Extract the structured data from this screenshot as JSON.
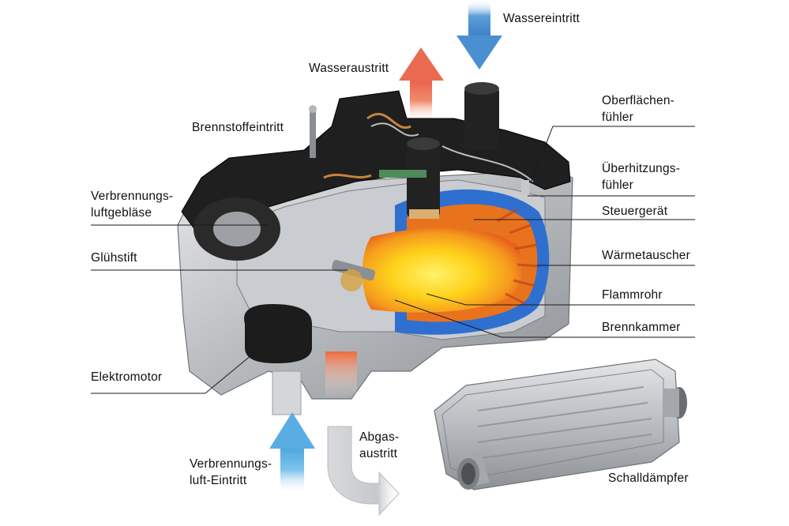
{
  "labels": {
    "wassereintritt": "Wassereintritt",
    "wasseraustritt": "Wasseraustritt",
    "brennstoffeintritt": "Brennstoffeintritt",
    "oberflaechenfuehler_1": "Oberflächen-",
    "oberflaechenfuehler_2": "fühler",
    "ueberhitzungsfuehler_1": "Überhitzungs-",
    "ueberhitzungsfuehler_2": "fühler",
    "steuergeraet": "Steuergerät",
    "verbrennungsluftgeblaese_1": "Verbrennungs-",
    "verbrennungsluftgeblaese_2": "luftgebläse",
    "gluehstift": "Glühstift",
    "waermetauscher": "Wärmetauscher",
    "flammrohr": "Flammrohr",
    "brennkammer": "Brennkammer",
    "elektromotor": "Elektromotor",
    "abgasaustritt_1": "Abgas-",
    "abgasaustritt_2": "austritt",
    "verbrennungsluft_eintritt_1": "Verbrennungs-",
    "verbrennungsluft_eintritt_2": "luft-Eintritt",
    "schalldaempfer": "Schalldämpfer"
  },
  "colors": {
    "water_in_arrow": "#5b9fd8",
    "water_out_arrow": "#e8705a",
    "air_in_arrow": "#6cb8e6",
    "exhaust_arrow": "#c9cccf",
    "housing_black": "#1f1f1f",
    "housing_metal": "#b9bcc0",
    "coolant_blue": "#2f6fd0",
    "flame_orange": "#f07a1a",
    "flame_yellow": "#ffd21a"
  }
}
